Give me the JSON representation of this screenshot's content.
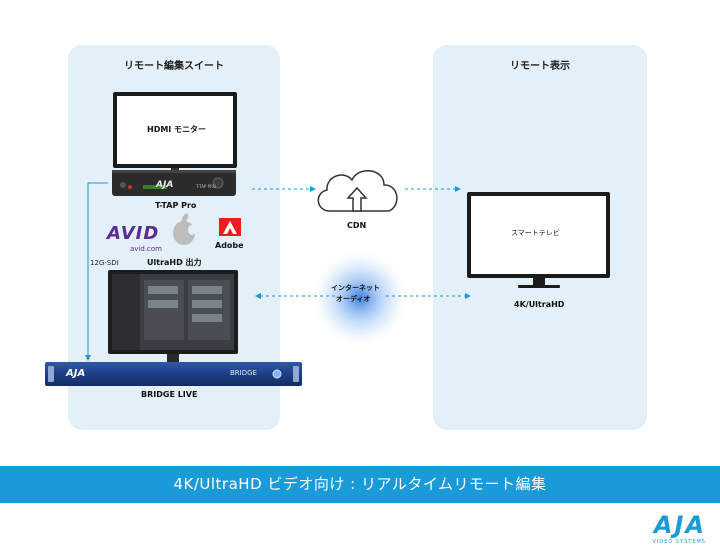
{
  "panels": {
    "left_title": "リモート編集スイート",
    "right_title": "リモート表示"
  },
  "devices": {
    "hdmi_monitor": "HDMI モニター",
    "t_tap": "T-TAP Pro",
    "smart_tv": "スマートテレビ",
    "four_k": "4K/UltraHD",
    "bridge_live": "BRIDGE LIVE",
    "bridge_panel_text": "BRIDGE",
    "ttap_panel_text": "T-TAP PRO"
  },
  "logos": {
    "avid": "AVID",
    "avid_sub": "avid.com",
    "adobe": "Adobe"
  },
  "labels": {
    "ultrahd_out": "UltraHD 出力",
    "sdi": "12G-SDI",
    "cdn": "CDN",
    "internet_audio_line1": "インターネット",
    "internet_audio_line2": "オーディオ"
  },
  "banner": {
    "text": "4K/UltraHD ビデオ向け : リアルタイムリモート編集"
  },
  "brand": {
    "logo": "AJA",
    "sub": "VIDEO SYSTEMS"
  },
  "colors": {
    "accent": "#1a9ad9",
    "panel": "#e3eff9"
  }
}
